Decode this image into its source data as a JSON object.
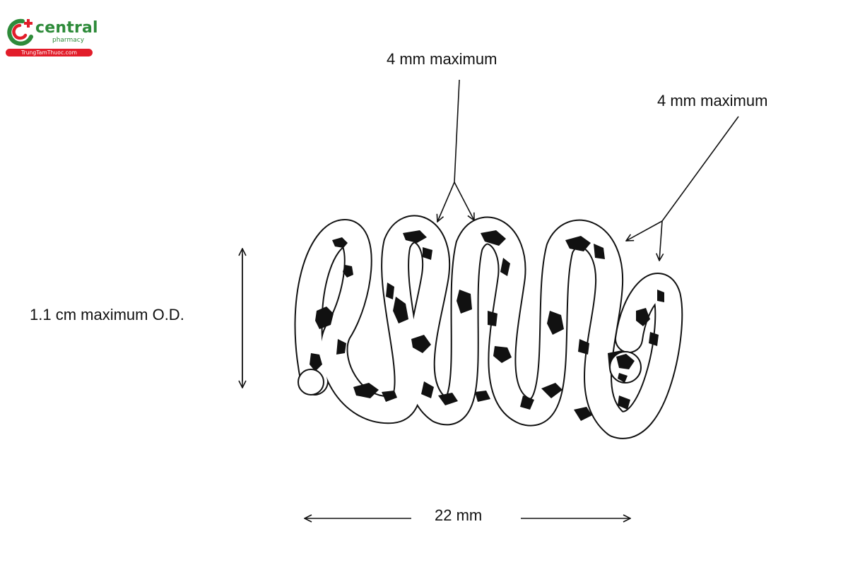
{
  "logo": {
    "wordmark": "central",
    "subtitle": "pharmacy",
    "banner": "TrungTamThuoc.com",
    "colors": {
      "green": "#2e8b3a",
      "red": "#e21d2a"
    }
  },
  "labels": {
    "coil_gap_top": "4 mm maximum",
    "coil_gap_right": "4 mm maximum",
    "outer_diameter": "1.1 cm maximum O.D.",
    "length": "22 mm"
  },
  "colors": {
    "ink": "#111111",
    "background": "#ffffff"
  }
}
